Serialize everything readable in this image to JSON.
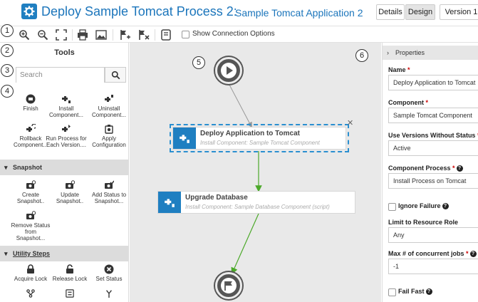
{
  "header": {
    "title": "Deploy Sample Tomcat Process 2:",
    "subtitle": "Sample Tomcat Application 2",
    "buttons": [
      "Details",
      "Design",
      "Version 1"
    ],
    "active_button": "Design",
    "accent_color": "#1b75bb"
  },
  "toolbar": {
    "icons": [
      "zoom-in-icon",
      "zoom-out-icon",
      "fit-screen-icon",
      "print-icon",
      "export-image-icon",
      "add-flag-icon",
      "remove-flag-icon",
      "notes-icon"
    ],
    "show_connection_options_label": "Show Connection Options",
    "show_connection_options_checked": false
  },
  "callouts": [
    "1",
    "2",
    "3",
    "4",
    "5",
    "6"
  ],
  "tools_panel": {
    "title": "Tools",
    "search_placeholder": "Search",
    "general_tools": [
      {
        "label": "Finish",
        "icon": "finish-icon"
      },
      {
        "label": "Install Component...",
        "icon": "install-component-icon"
      },
      {
        "label": "Uninstall Component...",
        "icon": "uninstall-component-icon"
      },
      {
        "label": "Rollback Component...",
        "icon": "rollback-icon"
      },
      {
        "label": "Run Process for Each Version....",
        "icon": "run-process-icon"
      },
      {
        "label": "Apply Configuration",
        "icon": "apply-config-icon"
      }
    ],
    "sections": [
      {
        "label": "Snapshot",
        "tools": [
          {
            "label": "Create Snapshot..",
            "icon": "create-snapshot-icon"
          },
          {
            "label": "Update Snapshot..",
            "icon": "update-snapshot-icon"
          },
          {
            "label": "Add Status to Snapshot...",
            "icon": "add-status-icon"
          },
          {
            "label": "Remove Status from Snapshot...",
            "icon": "remove-status-icon"
          }
        ]
      },
      {
        "label": "Utility Steps",
        "tools": [
          {
            "label": "Acquire Lock",
            "icon": "lock-icon"
          },
          {
            "label": "Release Lock",
            "icon": "unlock-icon"
          },
          {
            "label": "Set Status",
            "icon": "set-status-icon"
          }
        ]
      }
    ]
  },
  "canvas": {
    "steps": [
      {
        "name": "Deploy Application to Tomcat",
        "subtitle": "Install Component: Sample Tomcat Component",
        "selected": true
      },
      {
        "name": "Upgrade Database",
        "subtitle": "Install Component: Sample Database Component (script)",
        "selected": false
      }
    ],
    "colors": {
      "connector": "#4ca92a",
      "start_connector": "#999999",
      "selection": "#2a8fd0",
      "step_icon": "#1f7fc1"
    }
  },
  "properties": {
    "header": "Properties",
    "fields": [
      {
        "label": "Name",
        "required": true,
        "value": "Deploy Application to Tomcat"
      },
      {
        "label": "Component",
        "required": true,
        "value": "Sample Tomcat Component"
      },
      {
        "label": "Use Versions Without Status",
        "required": true,
        "value": "Active"
      },
      {
        "label": "Component Process",
        "required": true,
        "help": true,
        "value": "Install Process on Tomcat"
      },
      {
        "label": "Limit to Resource Role",
        "required": false,
        "value": "Any"
      },
      {
        "label": "Max # of concurrent jobs",
        "required": true,
        "help": true,
        "value": "-1"
      }
    ],
    "checkboxes": [
      {
        "label": "Ignore Failure",
        "help": true,
        "checked": false
      },
      {
        "label": "Fail Fast",
        "help": true,
        "checked": false
      }
    ]
  }
}
